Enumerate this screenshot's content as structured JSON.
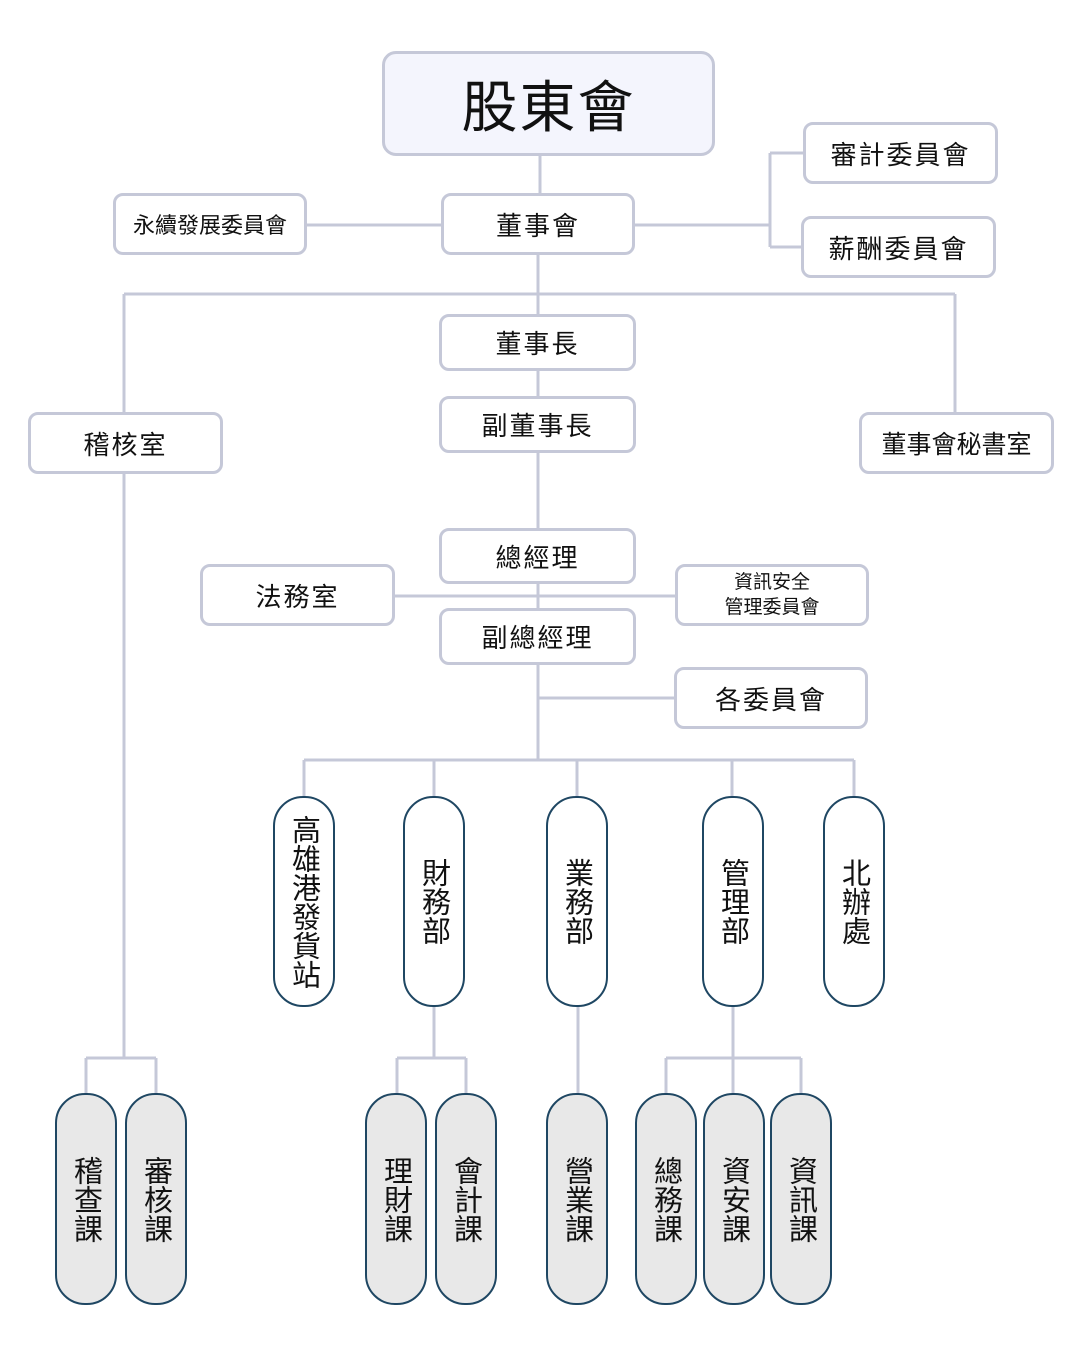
{
  "diagram": {
    "type": "organization-chart",
    "colors": {
      "connector": "#c5c8d8",
      "box_border": "#c5c8d8",
      "root_fill": "#f4f5fd",
      "dept_border": "#1f4763",
      "section_fill": "#e8e8e8"
    },
    "nodes": {
      "shareholders": "股東會",
      "board": "董事會",
      "sustainability_committee": "永續發展委員會",
      "audit_committee": "審計委員會",
      "remuneration_committee": "薪酬委員會",
      "chairman": "董事長",
      "vice_chairman": "副董事長",
      "audit_office": "稽核室",
      "board_secretariat": "董事會秘書室",
      "president": "總經理",
      "legal_office": "法務室",
      "infosec_committee_line1": "資訊安全",
      "infosec_committee_line2": "管理委員會",
      "vice_president": "副總經理",
      "committees": "各委員會",
      "kaohsiung_station": "高雄港發貨站",
      "finance_dept": "財務部",
      "business_dept": "業務部",
      "management_dept": "管理部",
      "north_office": "北辦處",
      "inspection_section": "稽查課",
      "review_section": "審核課",
      "treasury_section": "理財課",
      "accounting_section": "會計課",
      "sales_section": "營業課",
      "general_affairs_section": "總務課",
      "infosec_section": "資安課",
      "it_section": "資訊課"
    },
    "edges": [
      [
        "shareholders",
        "board"
      ],
      [
        "board",
        "sustainability_committee"
      ],
      [
        "board",
        "audit_committee"
      ],
      [
        "board",
        "remuneration_committee"
      ],
      [
        "board",
        "chairman"
      ],
      [
        "board",
        "audit_office"
      ],
      [
        "board",
        "board_secretariat"
      ],
      [
        "chairman",
        "vice_chairman"
      ],
      [
        "vice_chairman",
        "president"
      ],
      [
        "president",
        "legal_office"
      ],
      [
        "president",
        "infosec_committee"
      ],
      [
        "president",
        "vice_president"
      ],
      [
        "vice_president",
        "committees"
      ],
      [
        "vice_president",
        "kaohsiung_station"
      ],
      [
        "vice_president",
        "finance_dept"
      ],
      [
        "vice_president",
        "business_dept"
      ],
      [
        "vice_president",
        "management_dept"
      ],
      [
        "vice_president",
        "north_office"
      ],
      [
        "audit_office",
        "inspection_section"
      ],
      [
        "audit_office",
        "review_section"
      ],
      [
        "finance_dept",
        "treasury_section"
      ],
      [
        "finance_dept",
        "accounting_section"
      ],
      [
        "business_dept",
        "sales_section"
      ],
      [
        "management_dept",
        "general_affairs_section"
      ],
      [
        "management_dept",
        "infosec_section"
      ],
      [
        "management_dept",
        "it_section"
      ]
    ]
  }
}
